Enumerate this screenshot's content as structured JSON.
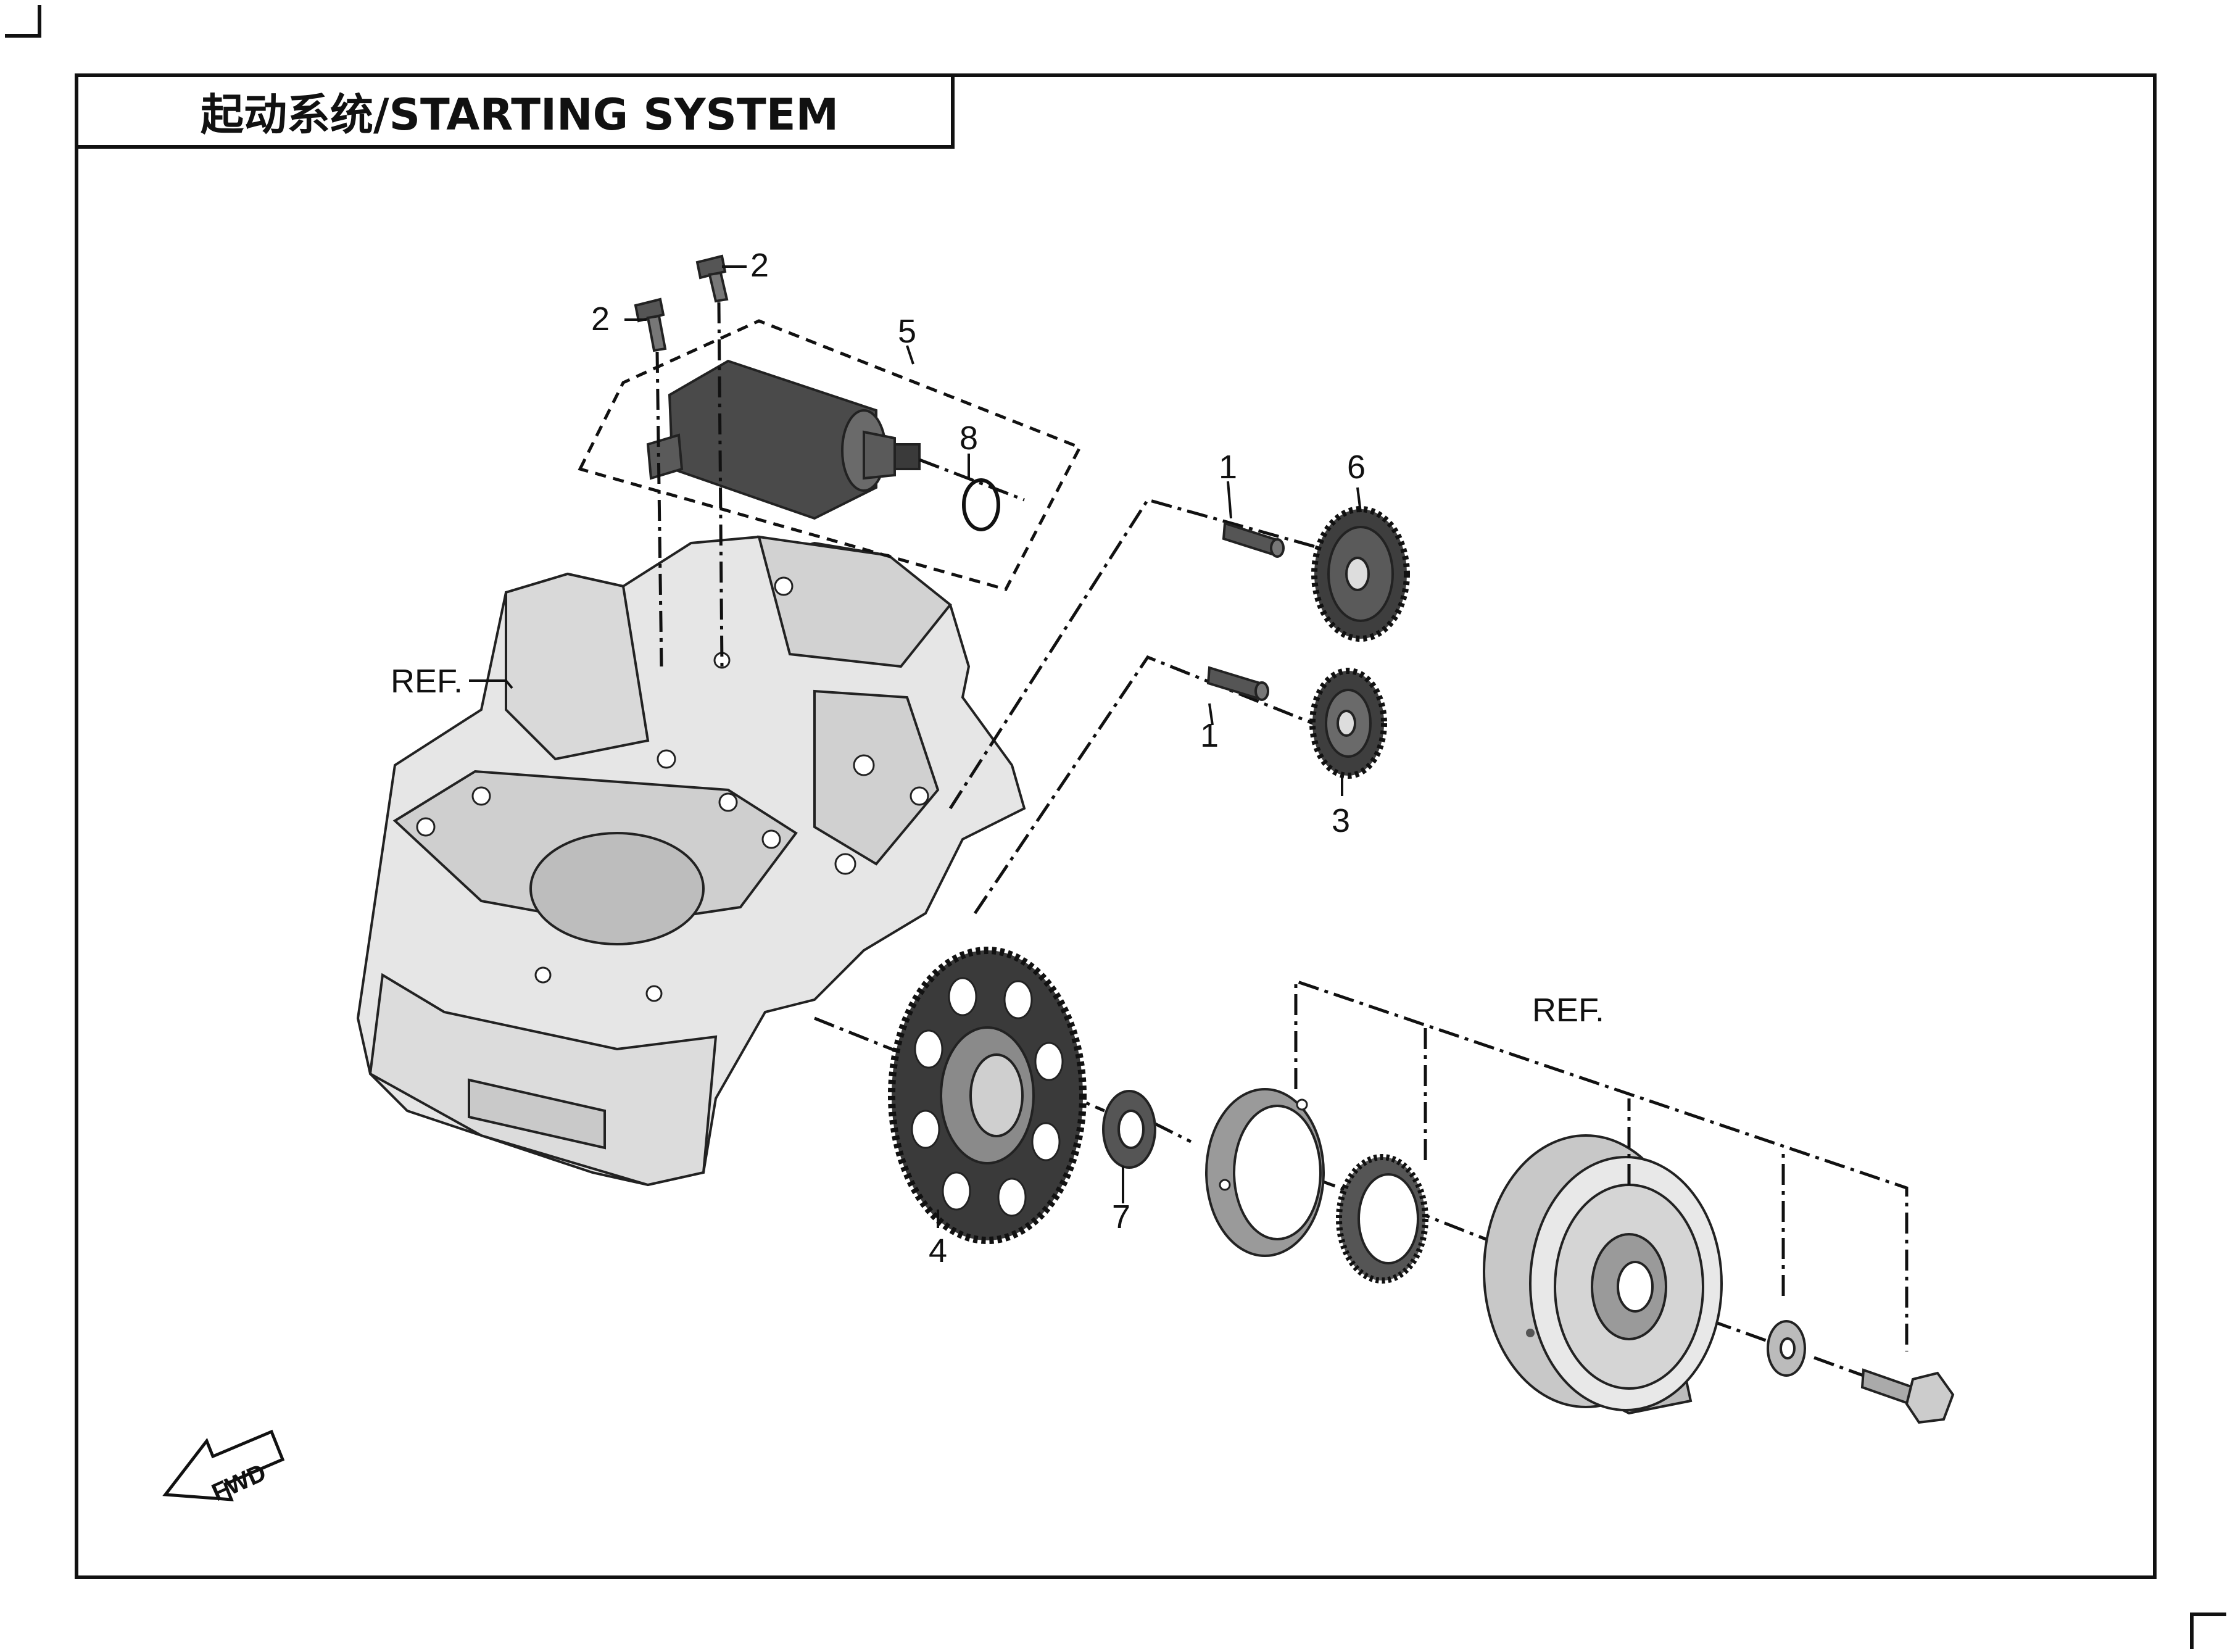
{
  "title": "起动系统/STARTING SYSTEM",
  "fwd_label": "FWD",
  "callouts": {
    "bolt_a": "2",
    "bolt_b": "2",
    "starter_motor": "5",
    "o_ring": "8",
    "shaft_upper": "1",
    "idle_gear_upper": "6",
    "shaft_lower": "1",
    "idle_gear_lower": "3",
    "starter_driven_gear": "4",
    "washer": "7",
    "ref_crankcase": "REF.",
    "ref_flywheel": "REF."
  },
  "colors": {
    "line": "#111111",
    "casing_light": "#e6e6e6",
    "casing_mid": "#c8c8c8",
    "part_dark": "#4a4a4a",
    "part_mid": "#9a9a9a"
  }
}
